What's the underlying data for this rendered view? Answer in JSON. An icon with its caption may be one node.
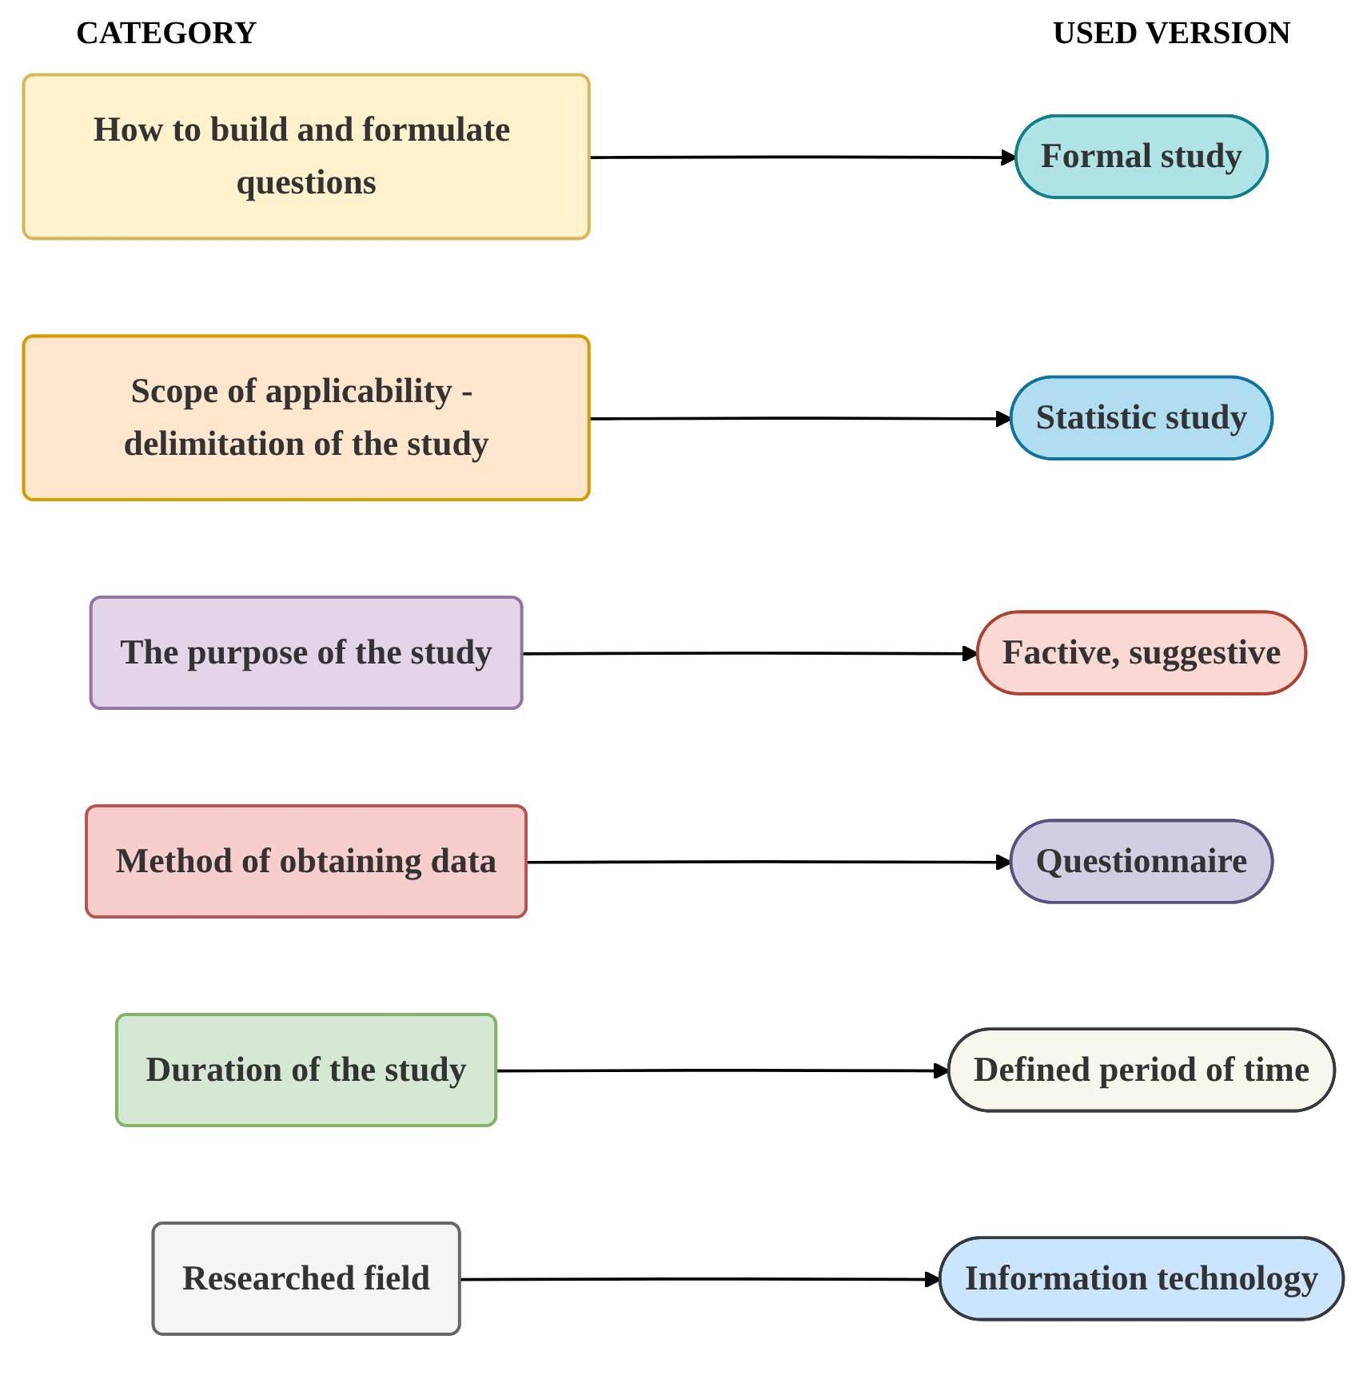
{
  "diagram": {
    "nodes": [
      {
        "text": [
          "How to build and formulate questions"
        ]
      },
      {
        "text": [
          "Formal study"
        ]
      },
      {
        "text": [
          "Scope of applicability - delimitation of the study"
        ]
      },
      {
        "text": [
          "Statistic study"
        ]
      },
      {
        "text": [
          "The purpose of the study"
        ]
      },
      {
        "text": [
          "Factive, suggestive"
        ]
      },
      {
        "text": [
          "Method of obtaining data"
        ]
      },
      {
        "text": [
          "Questionnaire"
        ]
      },
      {
        "text": [
          "Duration of the study"
        ]
      },
      {
        "text": [
          "Defined period of time"
        ]
      },
      {
        "text": [
          "Researched field"
        ]
      },
      {
        "text": [
          "Information technology"
        ]
      }
    ],
    "edges": [
      {
        "from": 0,
        "to": 1,
        "arrow": "to"
      },
      {
        "from": 2,
        "to": 3,
        "arrow": "to"
      },
      {
        "from": 4,
        "to": 5,
        "arrow": "to"
      },
      {
        "from": 6,
        "to": 7,
        "arrow": "to"
      },
      {
        "from": 8,
        "to": 9,
        "arrow": "to"
      },
      {
        "from": 10,
        "to": 11,
        "arrow": "to"
      }
    ],
    "labels": [
      "CATEGORY",
      "USED VERSION"
    ]
  }
}
